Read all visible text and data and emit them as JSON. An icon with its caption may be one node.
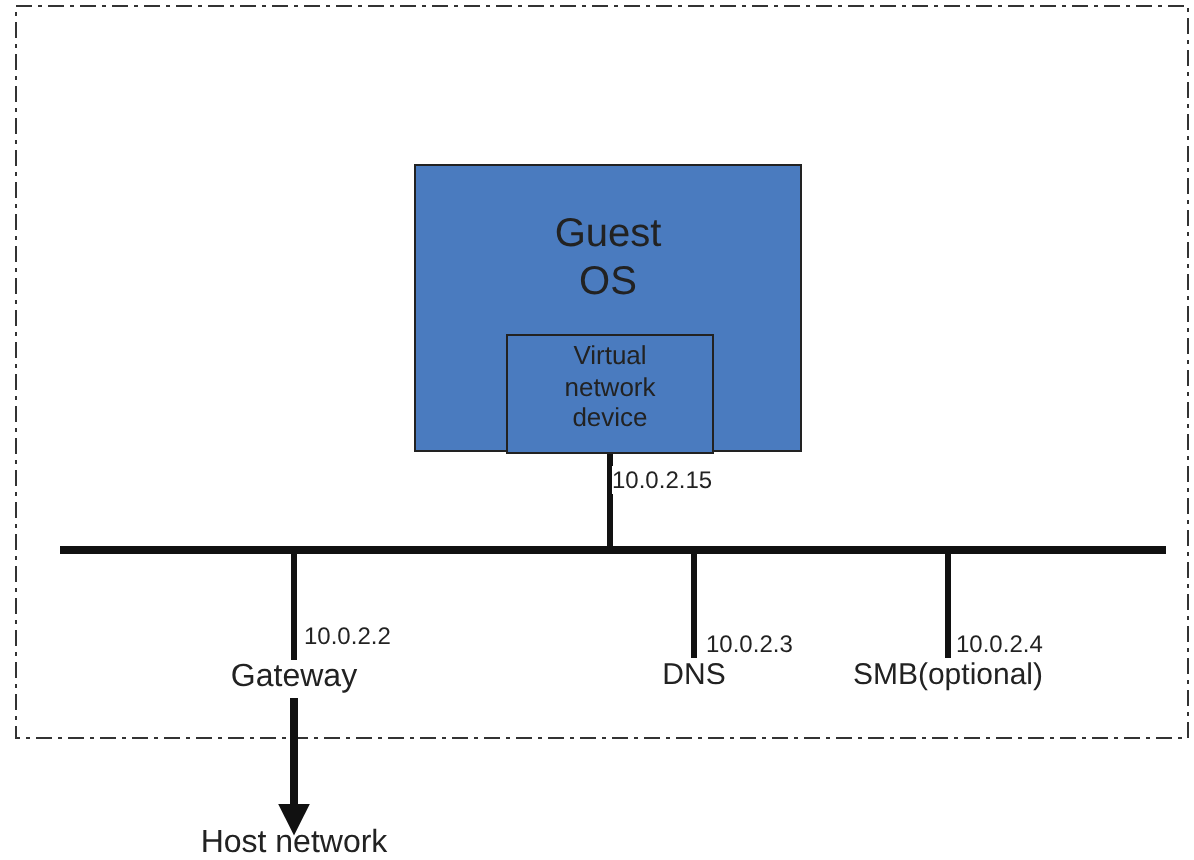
{
  "diagram": {
    "nodes": [
      {
        "text": [
          "Guest OS"
        ]
      },
      {
        "text": [
          "Virtual network device"
        ],
        "in": 0
      },
      {
        "text": [],
        "shape": "bar"
      },
      {
        "text": [
          "Gateway"
        ]
      },
      {
        "text": [
          "DNS"
        ]
      },
      {
        "text": [
          "SMB(optional)"
        ]
      },
      {
        "text": [
          "Host network"
        ]
      }
    ],
    "edges": [
      {
        "from": 1,
        "to": 2,
        "arrow": "none",
        "label": "10.0.2.15"
      },
      {
        "from": 2,
        "to": 3,
        "arrow": "none",
        "label": "10.0.2.2"
      },
      {
        "from": 2,
        "to": 4,
        "arrow": "none",
        "label": "10.0.2.3"
      },
      {
        "from": 2,
        "to": 5,
        "arrow": "none",
        "label": "10.0.2.4"
      },
      {
        "from": 3,
        "to": 6,
        "arrow": "to"
      }
    ]
  }
}
